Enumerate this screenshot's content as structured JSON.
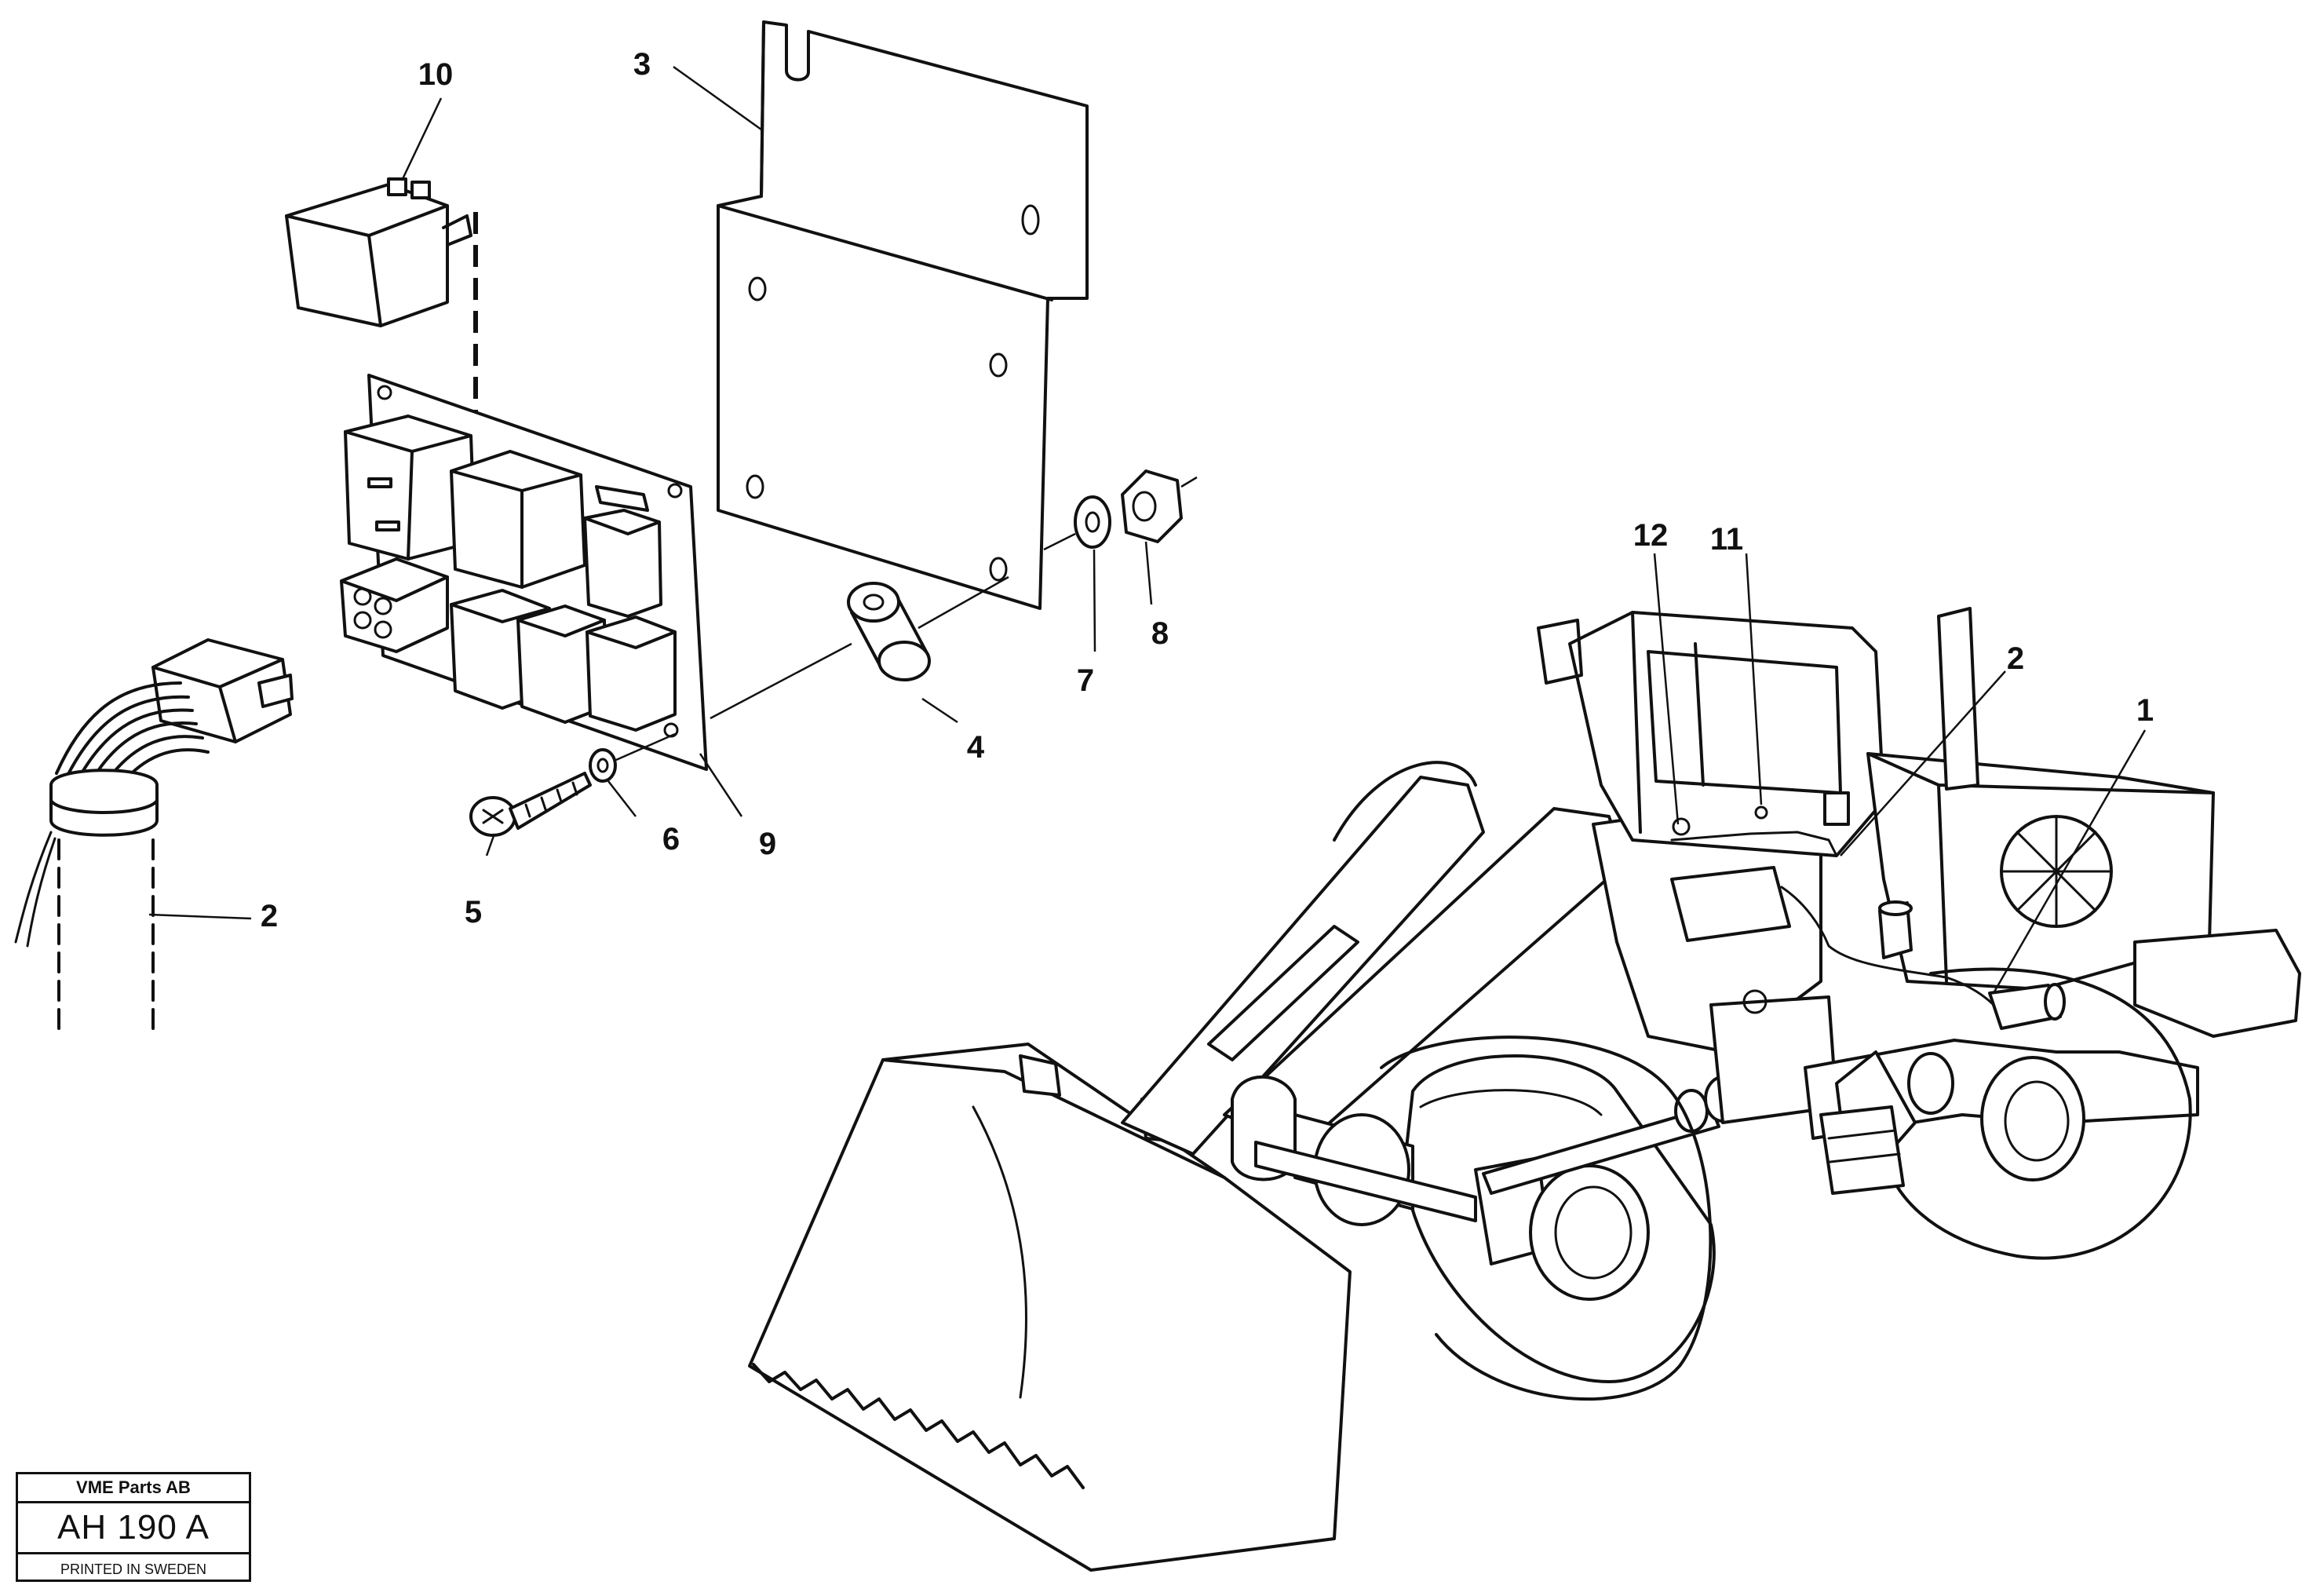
{
  "callouts": {
    "c1": "1",
    "c2a": "2",
    "c2b": "2",
    "c3": "3",
    "c4": "4",
    "c5": "5",
    "c6": "6",
    "c7": "7",
    "c8": "8",
    "c9": "9",
    "c10": "10",
    "c11": "11",
    "c12": "12"
  },
  "title_block": {
    "company": "VME Parts AB",
    "code": "AH 190 A",
    "printed": "PRINTED IN SWEDEN"
  }
}
